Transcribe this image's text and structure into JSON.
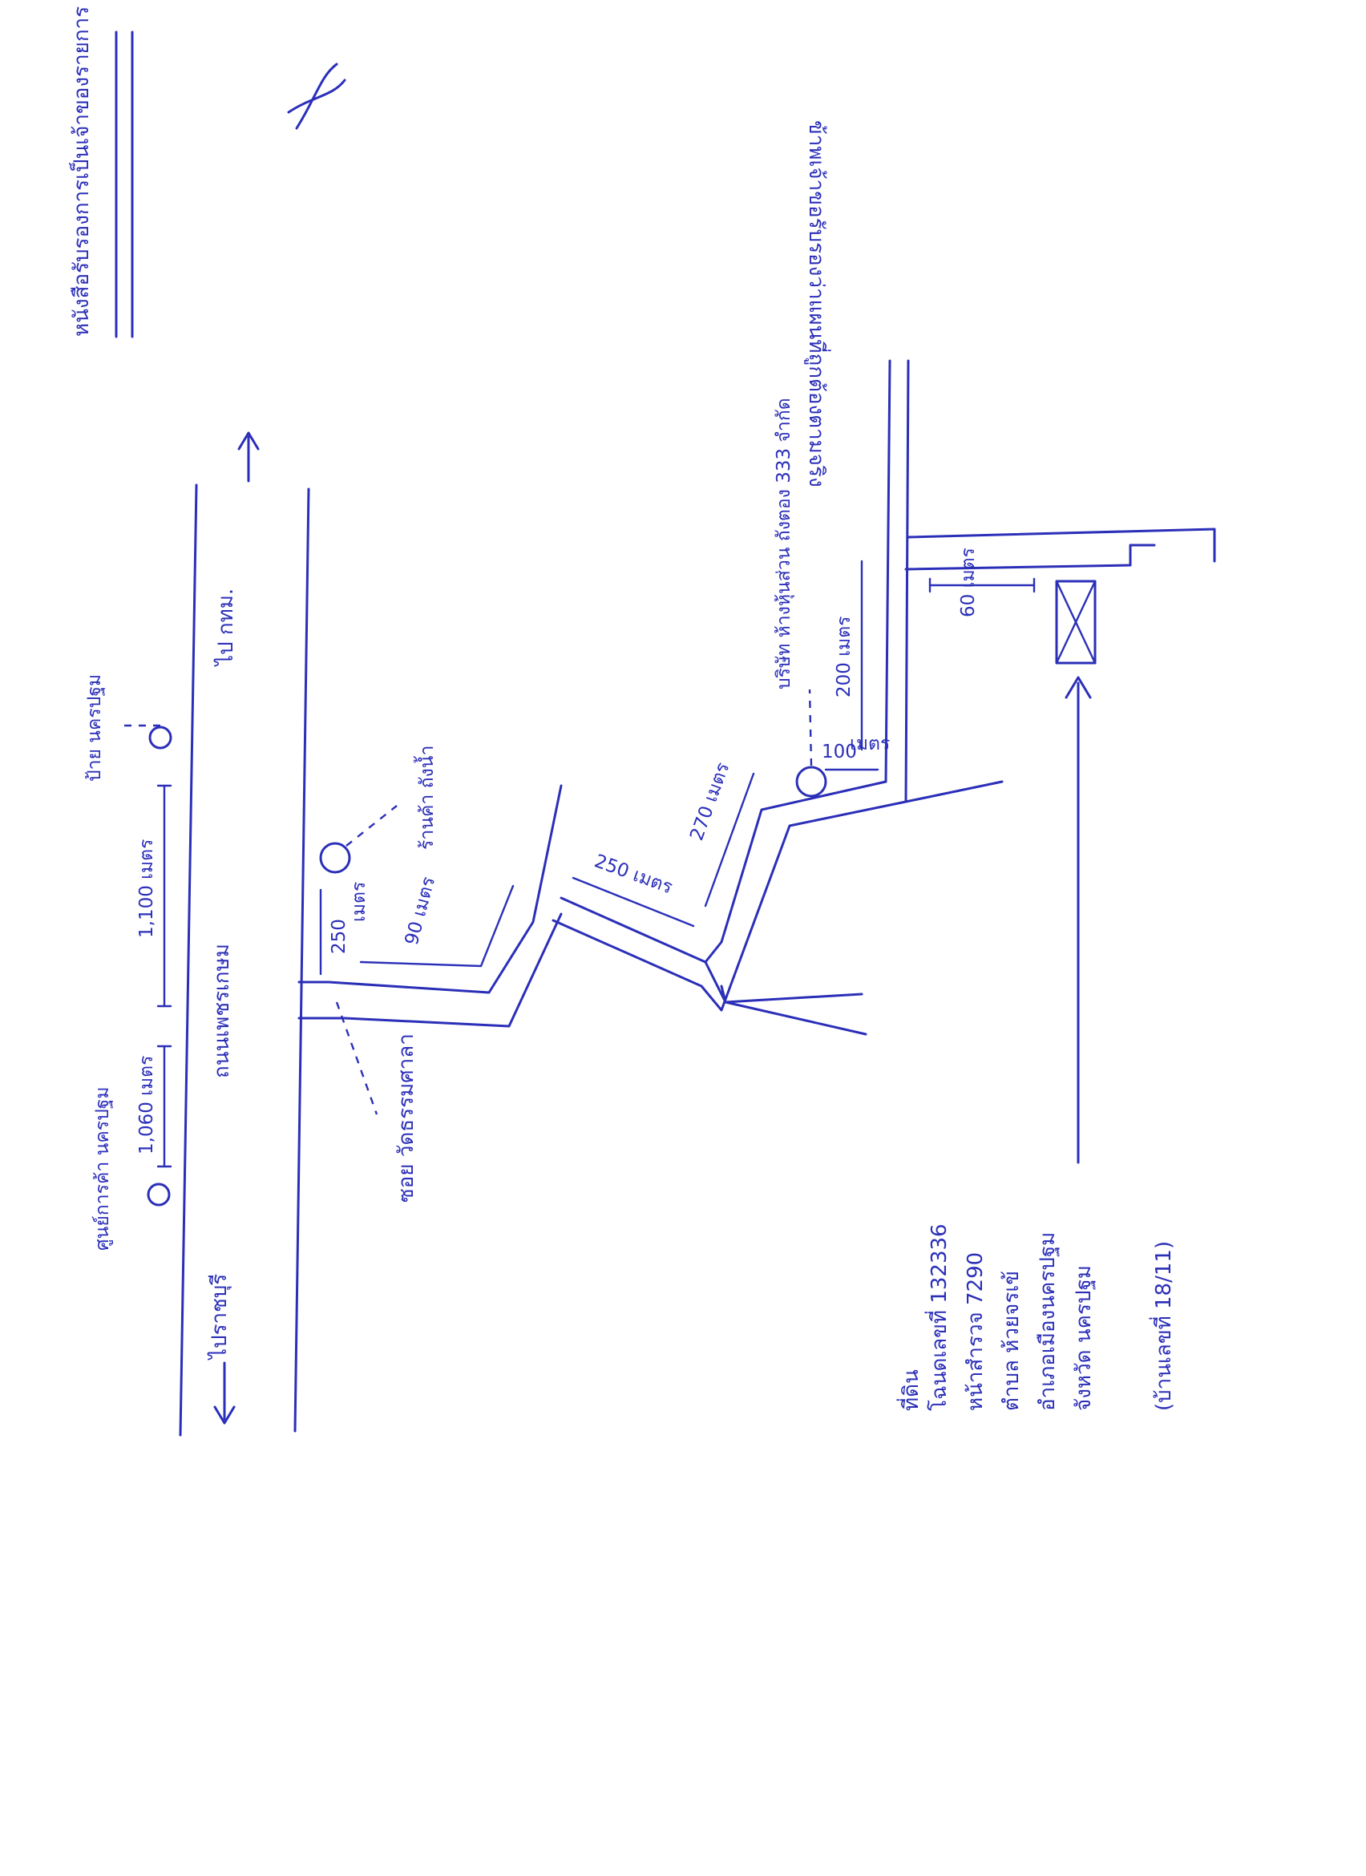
{
  "header": {
    "owner_line": "หนังสือรับรองการเป็นเจ้าของรายการ",
    "note_line": "ข้าพเจ้าขอรับรองว่าแผนที่ถูกต้องตามจริง"
  },
  "roads": {
    "main_road": "ถนนเพชรเกษม",
    "to_bangkok": "ไป กทม.",
    "to_ratchaburi": "ไปราชบุรี",
    "soi": "ซอย วัดธรรมศาลา"
  },
  "landmarks": {
    "shopping_center": "ศูนย์การค้า นครปฐม",
    "nakhon_pathom_sign": "ป้าย นครปฐม",
    "lumber_shop": "ร้านค้า ถังน้ำ",
    "company": "บริษัท ห้างหุ้นส่วน ถังตอง 333 จำกัด"
  },
  "distances": {
    "d_1060": "1,060 เมตร",
    "d_1100": "1,100 เมตร",
    "d_250_side": "250",
    "d_250_side_unit": "เมตร",
    "d_90": "90 เมตร",
    "d_250_road": "250 เมตร",
    "d_270": "270 เมตร",
    "d_100": "100",
    "d_100_unit": "เมตร",
    "d_200": "200 เมตร",
    "d_60": "60 เมตร"
  },
  "property": {
    "line1": "ที่ดิน",
    "line2": "โฉนดเลขที่ 132336",
    "line3": "หน้าสำรวจ 7290",
    "line4": "ตำบล ห้วยจรเข้",
    "line5": "อำเภอเมืองนครปฐม",
    "line6": "จังหวัด นครปฐม",
    "line7": "(บ้านเลขที่ 18/11)"
  },
  "colors": {
    "ink": "#2b2fb8",
    "paper": "#ffffff"
  }
}
